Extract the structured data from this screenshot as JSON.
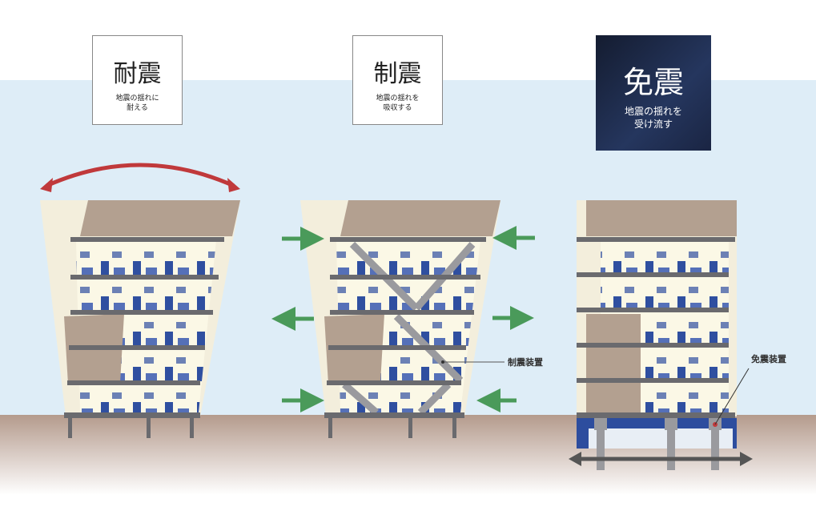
{
  "panels": [
    {
      "title": "耐震",
      "subtitle": "地震の揺れに\n耐える"
    },
    {
      "title": "制震",
      "subtitle": "地震の揺れを\n吸収する"
    },
    {
      "title": "免震",
      "subtitle": "地震の揺れを\n受け流す"
    }
  ],
  "callouts": {
    "damper": "制震装置",
    "isolator": "免震装置"
  },
  "colors": {
    "sky": "#deedf7",
    "ground": "#b49a8c",
    "wall": "#b3a090",
    "slab": "#6a6a6e",
    "furniture": "#2f4fa0",
    "arrow_red": "#c0393b",
    "arrow_green": "#4a9a5a",
    "base_blue": "#2d4d9e"
  }
}
